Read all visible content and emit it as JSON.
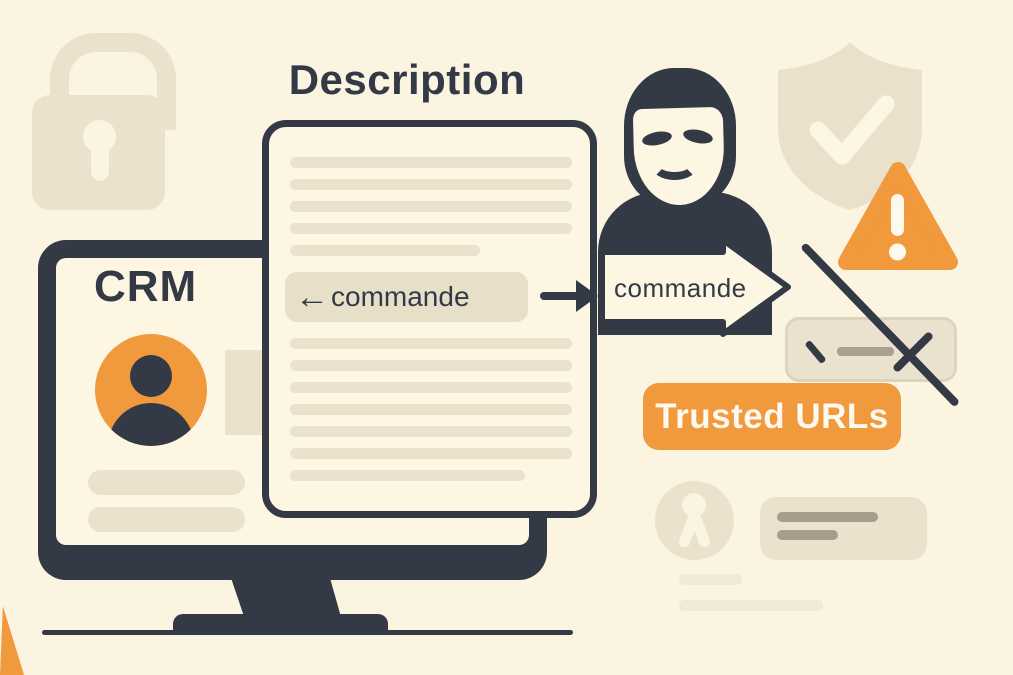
{
  "title": "Description",
  "monitor": {
    "label": "CRM"
  },
  "document": {
    "highlight": {
      "arrow": "←",
      "text": "commande"
    },
    "top_lines": [
      282,
      282,
      282,
      282,
      190
    ],
    "bottom_lines": [
      282,
      282,
      282,
      282,
      282,
      282,
      235
    ]
  },
  "banner": {
    "text": "commande"
  },
  "badge": {
    "text": "Trusted URLs"
  },
  "colors": {
    "bg": "#FBF4E1",
    "navy": "#333A46",
    "orange": "#F0993D",
    "beige": "#EAE2CD",
    "cream": "#FCF6E3"
  }
}
